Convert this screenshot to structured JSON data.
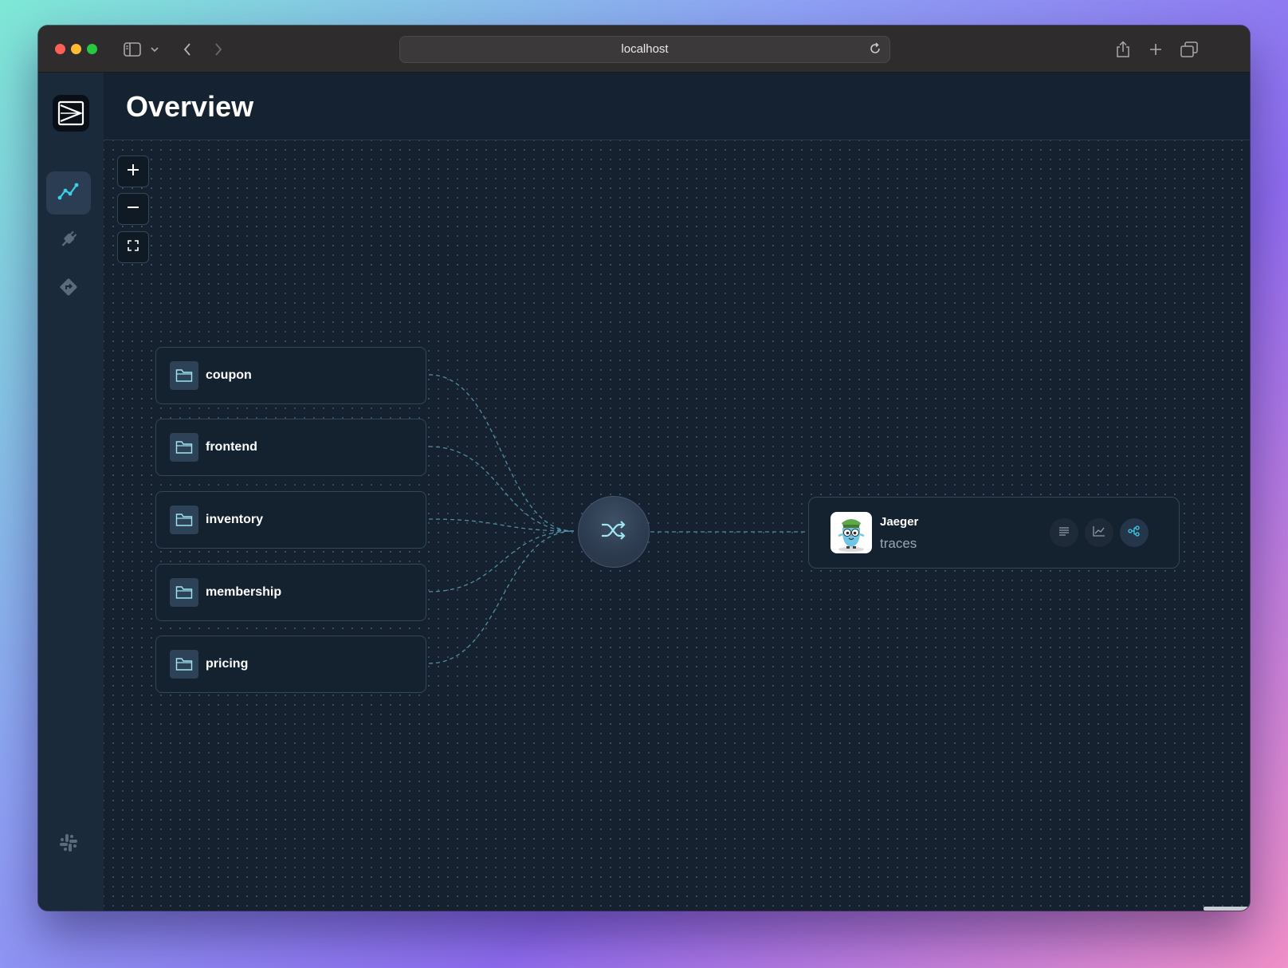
{
  "browser": {
    "url": "localhost"
  },
  "sidebar": {
    "items": [
      {
        "name": "overview",
        "icon": "chart-line-icon",
        "active": true
      },
      {
        "name": "sources",
        "icon": "plug-icon",
        "active": false
      },
      {
        "name": "destinations",
        "icon": "route-diamond-icon",
        "active": false
      }
    ],
    "footer_icon": "slack-icon"
  },
  "header": {
    "title": "Overview"
  },
  "canvas": {
    "controls": [
      "zoom-in",
      "zoom-out",
      "fit-view"
    ],
    "sources": [
      {
        "label": "coupon"
      },
      {
        "label": "frontend"
      },
      {
        "label": "inventory"
      },
      {
        "label": "membership"
      },
      {
        "label": "pricing"
      }
    ],
    "processor": {
      "icon": "shuffle-icon"
    },
    "destination": {
      "name": "Jaeger",
      "type": "traces",
      "signals": [
        {
          "name": "logs",
          "icon": "lines-icon",
          "enabled": false
        },
        {
          "name": "metrics",
          "icon": "chart-icon",
          "enabled": false
        },
        {
          "name": "traces",
          "icon": "share-nodes-icon",
          "enabled": true
        }
      ]
    }
  },
  "colors": {
    "accent": "#3ad0e8",
    "background": "#15212f",
    "edge": "#4e8ea0"
  }
}
